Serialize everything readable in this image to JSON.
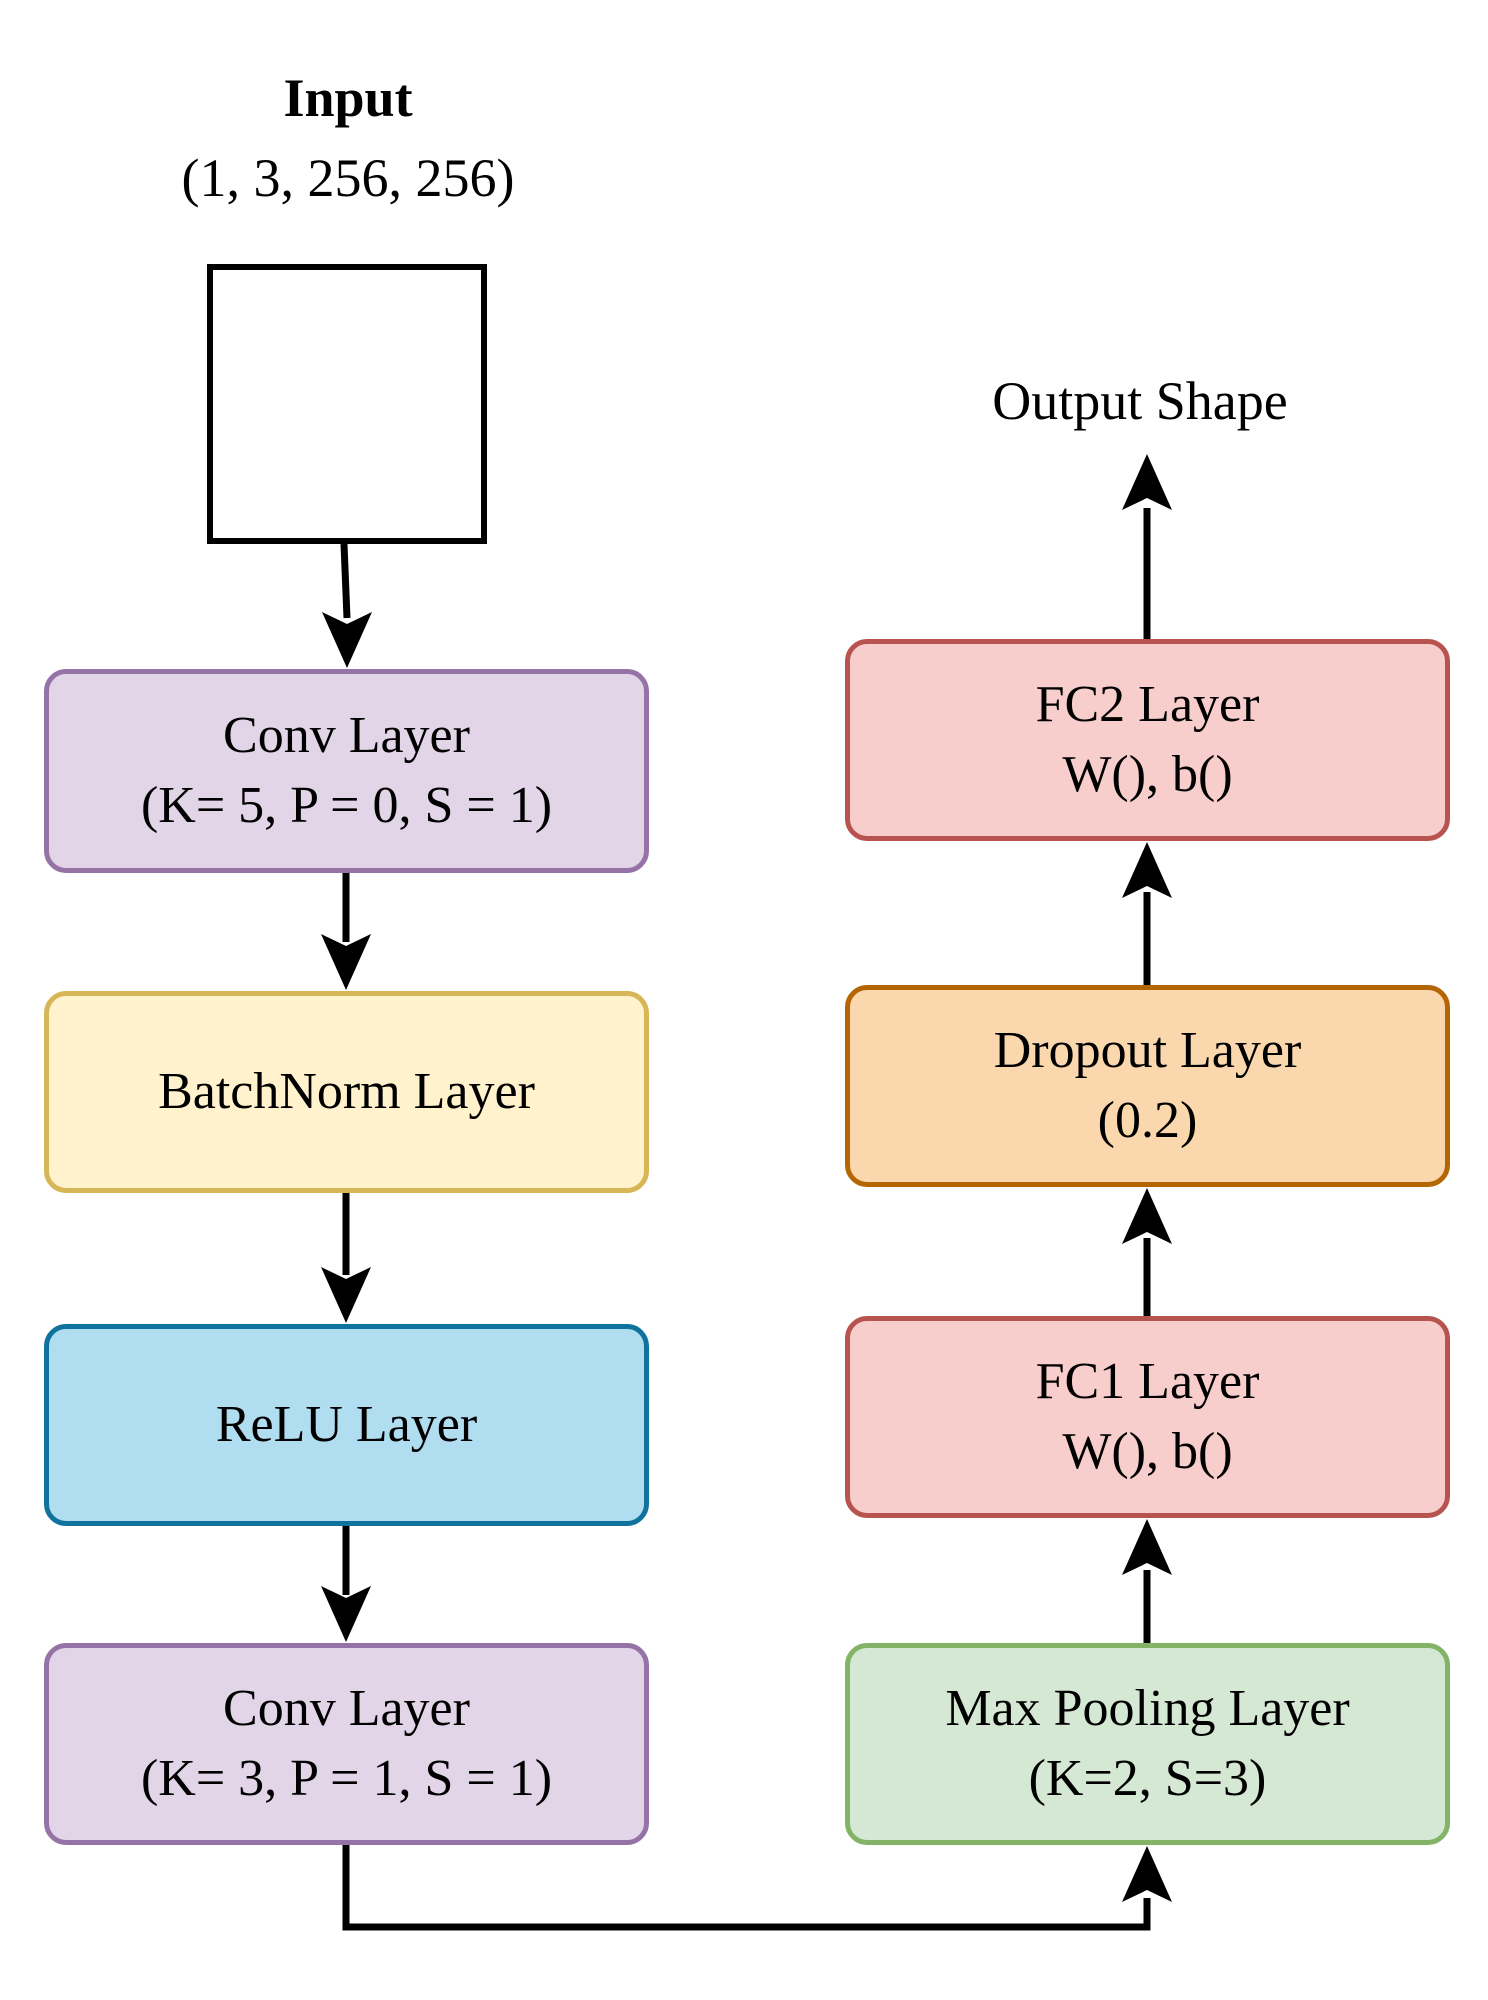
{
  "input": {
    "title": "Input",
    "shape": "(1, 3, 256, 256)"
  },
  "output": {
    "caption": "Output Shape"
  },
  "nodes": {
    "conv1": {
      "line1": "Conv Layer",
      "line2": "(K= 5, P = 0, S = 1)",
      "fill": "#e1d5e7",
      "stroke": "#9673a6"
    },
    "batchnorm": {
      "line1": "BatchNorm Layer",
      "fill": "#fff2cc",
      "stroke": "#d6b656"
    },
    "relu": {
      "line1": "ReLU Layer",
      "fill": "#b1ddf0",
      "stroke": "#10739e"
    },
    "conv2": {
      "line1": "Conv Layer",
      "line2": "(K= 3, P = 1, S = 1)",
      "fill": "#e1d5e7",
      "stroke": "#9673a6"
    },
    "maxpool": {
      "line1": "Max Pooling Layer",
      "line2": "(K=2, S=3)",
      "fill": "#d5e8d4",
      "stroke": "#82b366"
    },
    "fc1": {
      "line1": "FC1 Layer",
      "line2": "W(), b()",
      "fill": "#f8cecc",
      "stroke": "#b85450"
    },
    "dropout": {
      "line1": "Dropout Layer",
      "line2": "(0.2)",
      "fill": "#fad7ac",
      "stroke": "#b46504"
    },
    "fc2": {
      "line1": "FC2 Layer",
      "line2": "W(), b()",
      "fill": "#f8cecc",
      "stroke": "#b85450"
    }
  }
}
